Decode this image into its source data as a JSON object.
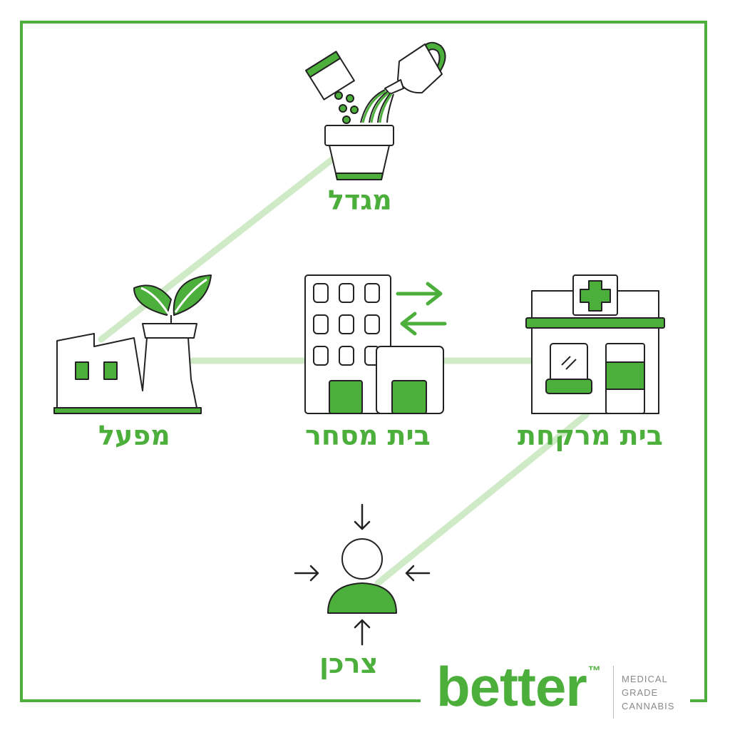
{
  "labels": {
    "grower": "מגדל",
    "factory": "מפעל",
    "trading_house": "בית מסחר",
    "pharmacy": "בית מרקחת",
    "consumer": "צרכן"
  },
  "brand": {
    "name": "better",
    "trademark": "™",
    "tagline": [
      "MEDICAL",
      "GRADE",
      "CANNABIS"
    ]
  },
  "colors": {
    "accent": "#4caf3b",
    "connector": "#cfeac6",
    "outline": "#222222"
  }
}
